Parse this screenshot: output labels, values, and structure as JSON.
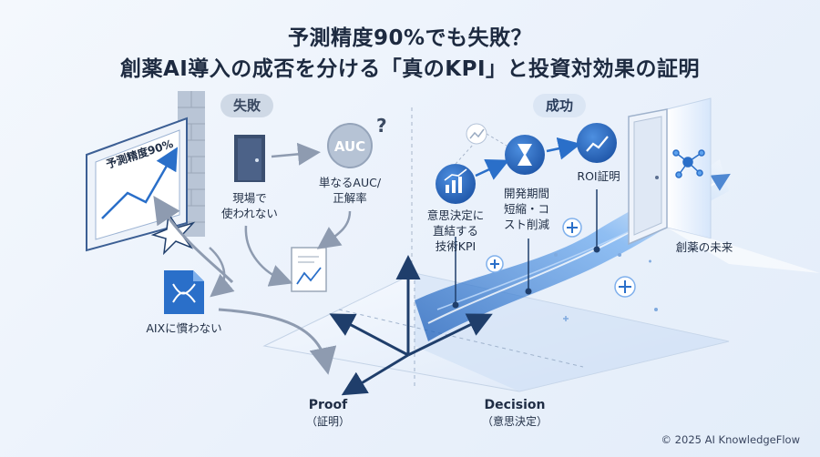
{
  "title_line1": "予測精度90%でも失敗？",
  "title_line2": "創薬AI導入の成否を分ける「真のKPI」と投資対効果の証明",
  "fail": {
    "badge": "失敗",
    "board_text": "予測精度90%",
    "door_label": [
      "現場で",
      "使われない"
    ],
    "auc_icon_text": "AUC",
    "question_mark": "?",
    "auc_label": [
      "単なるAUC/",
      "正解率"
    ],
    "aix_label": "AIXに慣わない"
  },
  "success": {
    "badge": "成功",
    "kpi_label": [
      "意思決定に",
      "直結する",
      "技術KPI"
    ],
    "time_label": [
      "開発期間",
      "短縮・コ",
      "スト削減"
    ],
    "roi_label": "ROI証明",
    "future_label": "創薬の未来"
  },
  "axes": {
    "proof": "Proof",
    "proof_sub": "（証明）",
    "decision": "Decision",
    "decision_sub": "（意思決定）"
  },
  "copyright": "© 2025 AI KnowledgeFlow",
  "colors": {
    "accent": "#2a6fc9",
    "dark": "#1f3e6b",
    "fail_gray": "#9aa7b8"
  }
}
